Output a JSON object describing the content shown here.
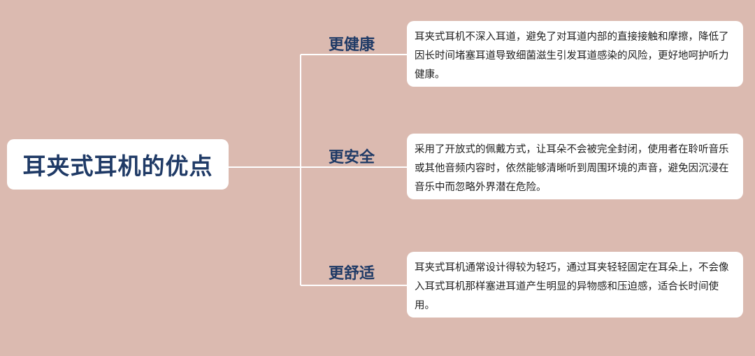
{
  "root": {
    "title": "耳夹式耳机的优点"
  },
  "branches": [
    {
      "label": "更健康",
      "text": "耳夹式耳机不深入耳道，避免了对耳道内部的直接接触和摩擦，降低了因长时间堵塞耳道导致细菌滋生引发耳道感染的风险，更好地呵护听力健康。"
    },
    {
      "label": "更安全",
      "text": "采用了开放式的佩戴方式，让耳朵不会被完全封闭，使用者在聆听音乐或其他音频内容时，依然能够清晰听到周围环境的声音，避免因沉浸在音乐中而忽略外界潜在危险。"
    },
    {
      "label": "更舒适",
      "text": "耳夹式耳机通常设计得较为轻巧，通过耳夹轻轻固定在耳朵上，不会像入耳式耳机那样塞进耳道产生明显的异物感和压迫感，适合长时间使用。"
    }
  ],
  "colors": {
    "background": "#dbbab0",
    "title": "#1f3a66",
    "line": "#ffffff",
    "box": "#ffffff"
  }
}
